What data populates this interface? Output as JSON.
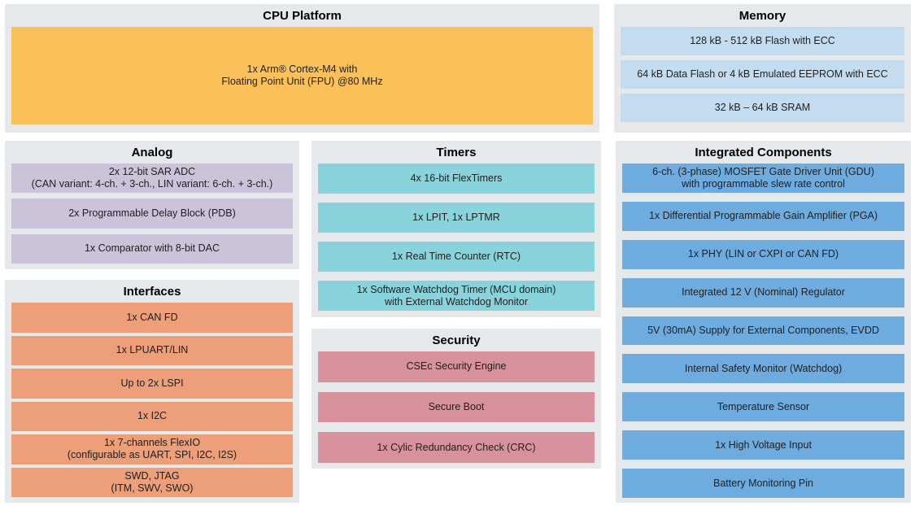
{
  "page": {
    "background": "#ffffff",
    "section_background": "#e5e9eb",
    "text_color": "#1f1f1f"
  },
  "sections": {
    "cpu": {
      "title": "CPU Platform",
      "block_color": "#fac05a",
      "blocks": [
        "1x Arm® Cortex-M4 with\nFloating Point Unit (FPU) @80 MHz"
      ]
    },
    "memory": {
      "title": "Memory",
      "block_color": "#c4dcef",
      "blocks": [
        "128 kB - 512 kB Flash with ECC",
        "64 kB Data Flash or 4 kB Emulated EEPROM with ECC",
        "32 kB – 64 kB SRAM"
      ]
    },
    "analog": {
      "title": "Analog",
      "block_color": "#cbc3da",
      "blocks": [
        "2x 12-bit SAR ADC\n(CAN variant: 4-ch. + 3-ch., LIN variant: 6-ch. + 3-ch.)",
        "2x Programmable Delay Block (PDB)",
        "1x Comparator with 8-bit DAC"
      ]
    },
    "timers": {
      "title": "Timers",
      "block_color": "#89d3dd",
      "blocks": [
        "4x 16-bit FlexTimers",
        "1x LPIT, 1x LPTMR",
        "1x Real Time Counter (RTC)",
        "1x Software Watchdog Timer (MCU domain)\nwith External Watchdog Monitor"
      ]
    },
    "interfaces": {
      "title": "Interfaces",
      "block_color": "#ec9f78",
      "blocks": [
        "1x CAN FD",
        "1x LPUART/LIN",
        "Up to 2x LSPI",
        "1x I2C",
        "1x 7-channels FlexIO\n(configurable as UART, SPI, I2C, I2S)",
        "SWD, JTAG\n(ITM, SWV, SWO)"
      ]
    },
    "security": {
      "title": "Security",
      "block_color": "#d8929e",
      "blocks": [
        "CSEc Security Engine",
        "Secure Boot",
        "1x Cylic Redundancy Check (CRC)"
      ]
    },
    "integrated": {
      "title": "Integrated Components",
      "block_color": "#6eacdf",
      "blocks": [
        "6-ch. (3-phase) MOSFET Gate Driver Unit (GDU)\nwith programmable slew rate control",
        "1x Differential Programmable Gain Amplifier (PGA)",
        "1x PHY (LIN or CXPI or CAN FD)",
        "Integrated 12 V (Nominal) Regulator",
        "5V (30mA) Supply for External Components, EVDD",
        "Internal Safety Monitor (Watchdog)",
        "Temperature Sensor",
        "1x High Voltage Input",
        "Battery Monitoring Pin"
      ]
    }
  }
}
